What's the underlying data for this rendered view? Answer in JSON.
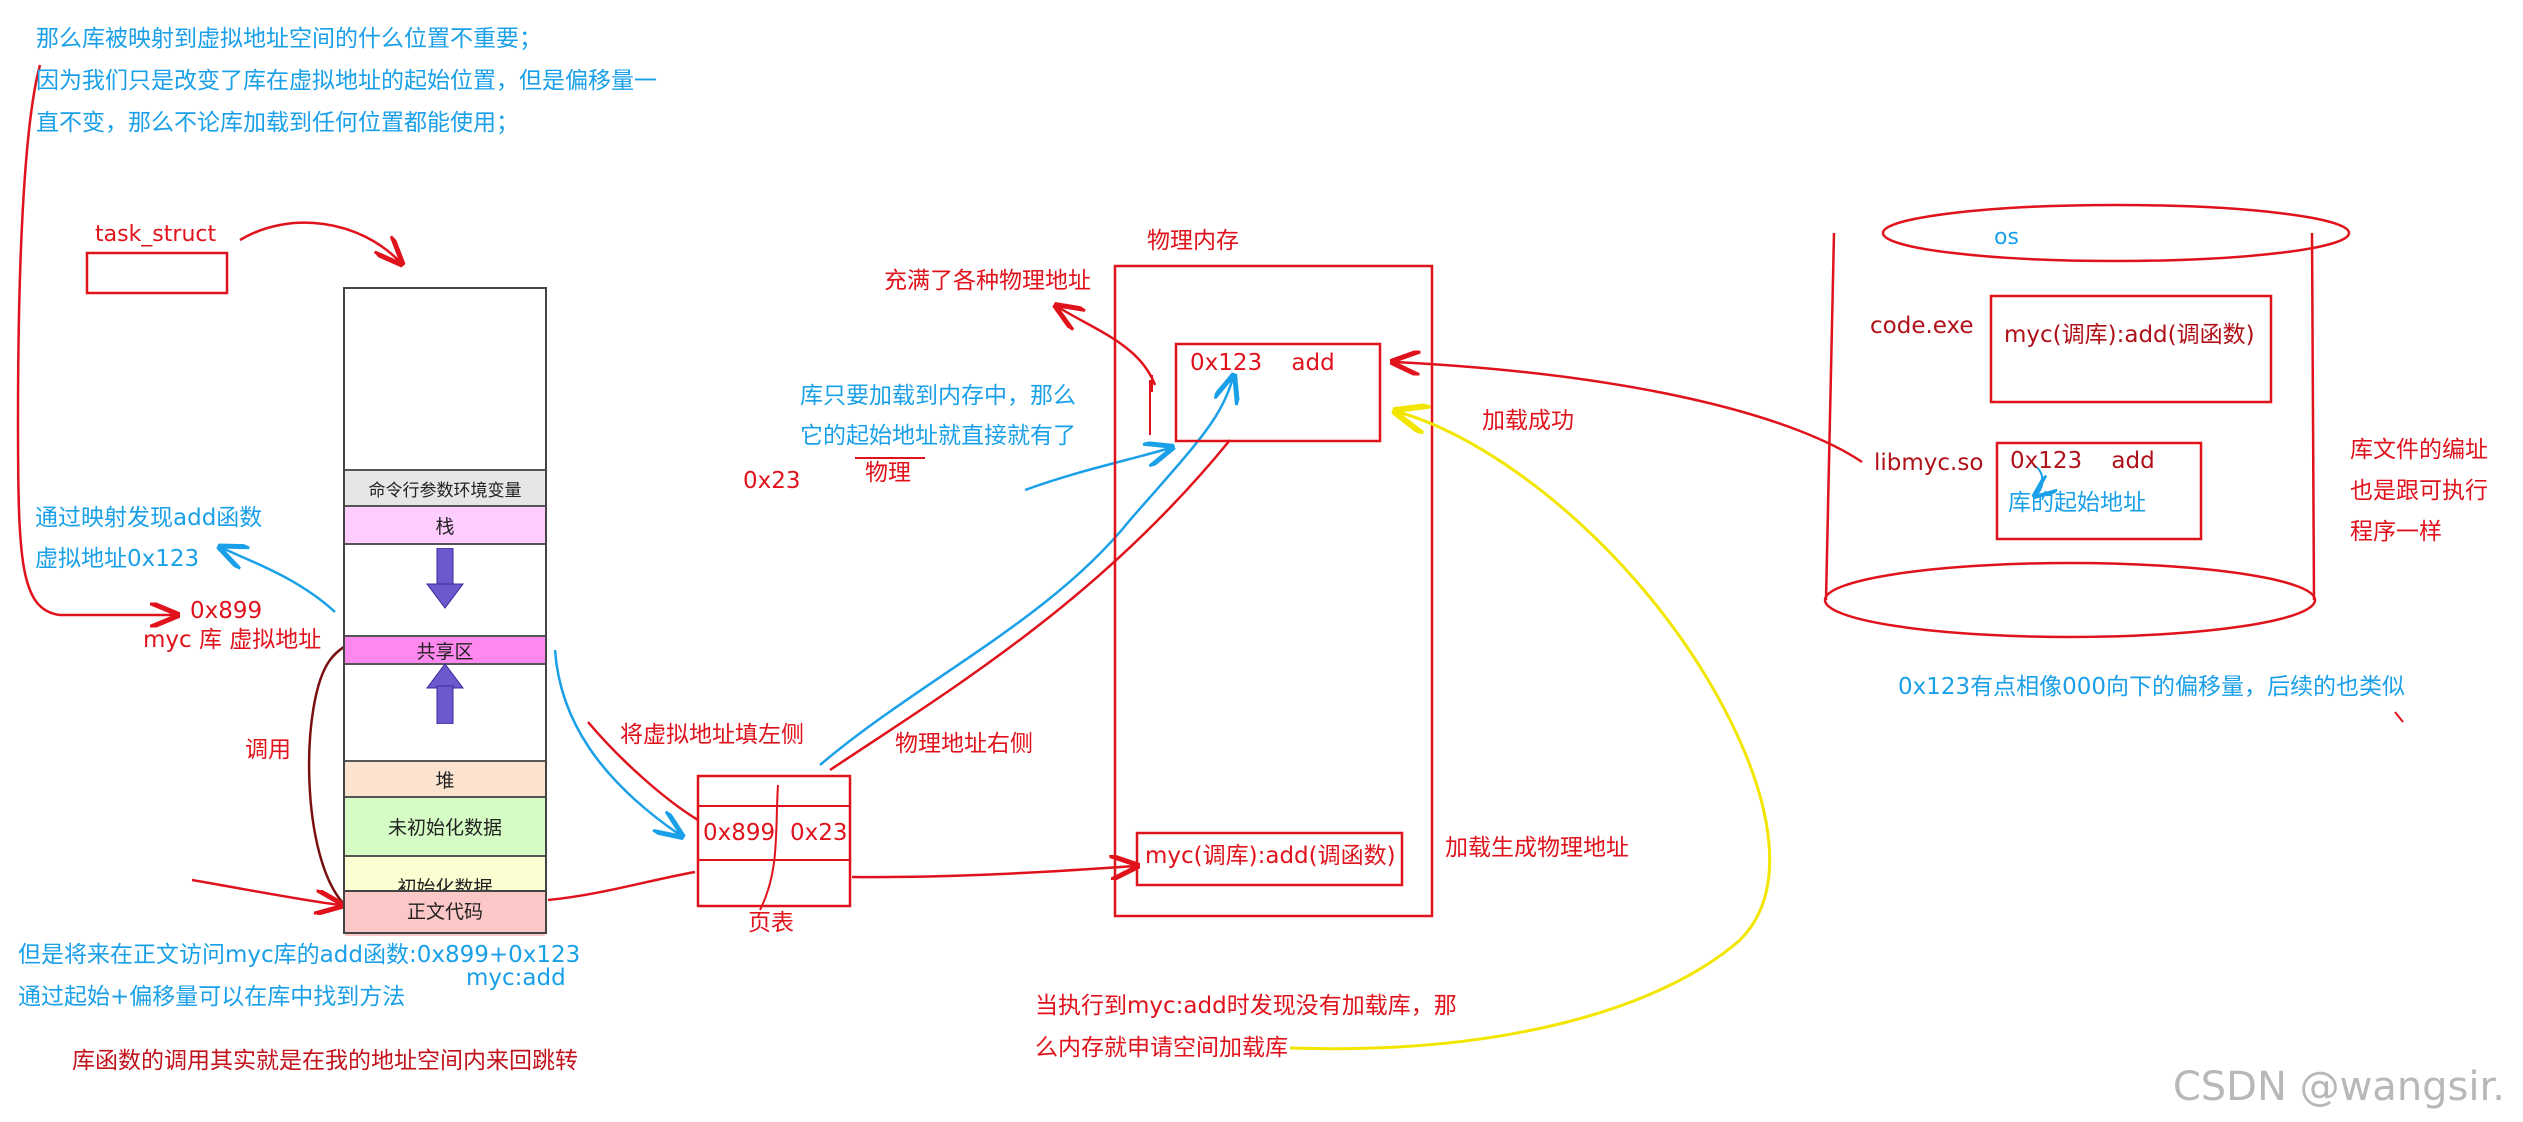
{
  "notes": {
    "top_line1": "那么库被映射到虚拟地址空间的什么位置不重要；",
    "top_line2": "因为我们只是改变了库在虚拟地址的起始位置，但是偏移量一",
    "top_line3": "直不变，那么不论库加载到任何位置都能使用；",
    "found_line1": "通过映射发现add函数",
    "found_line2": "虚拟地址0x123",
    "bottom_line1": "但是将来在正文访问myc库的add函数:0x899+0x123",
    "bottom_line2": "通过起始+偏移量可以在库中找到方法",
    "bottom_line3": "库函数的调用其实就是在我的地址空间内来回跳转",
    "myc_add": "myc:add",
    "lib_loaded_line1": "库只要加载到内存中，那么",
    "lib_loaded_line2": "它的起始地址就直接就有了",
    "offset_note": "0x123有点相像000向下的偏移量，后续的也类似"
  },
  "task_struct": {
    "label": "task_struct"
  },
  "address_space": {
    "segments": [
      {
        "key": "empty",
        "label": ""
      },
      {
        "key": "cmdline_env",
        "label": "命令行参数环境变量"
      },
      {
        "key": "stack",
        "label": "栈"
      },
      {
        "key": "gap1",
        "label": ""
      },
      {
        "key": "shared",
        "label": "共享区"
      },
      {
        "key": "gap2",
        "label": ""
      },
      {
        "key": "heap",
        "label": "堆"
      },
      {
        "key": "bss",
        "label": "未初始化数据"
      },
      {
        "key": "data",
        "label": "初始化数据"
      },
      {
        "key": "text",
        "label": "正文代码"
      }
    ],
    "shared_addr": "0x899",
    "shared_addr_label": "myc 库  虚拟地址",
    "call_label": "调用"
  },
  "page_table": {
    "label": "页表",
    "virtual": "0x899",
    "physical": "0x23",
    "fill_left": "将虚拟地址填左侧",
    "fill_right": "物理地址右侧"
  },
  "physical_memory": {
    "title": "物理内存",
    "full_of": "充满了各种物理地址",
    "block_text": "0x123    add",
    "loaded_ok": "加载成功",
    "func_box": "myc(调库):add(调函数)",
    "gen_phys": "加载生成物理地址",
    "left_addr": "0x23",
    "physical_word": "物理"
  },
  "os": {
    "title": "os",
    "code_exe": "code.exe",
    "code_box": "myc(调库):add(调函数)",
    "libmyc": "libmyc.so",
    "lib_addr": "0x123    add",
    "lib_start": "库的起始地址",
    "side_line1": "库文件的编址",
    "side_line2": "也是跟可执行",
    "side_line3": "程序一样"
  },
  "exec_note": {
    "line1": "当执行到myc:add时发现没有加载库，那",
    "line2": "么内存就申请空间加载库"
  },
  "watermark": "CSDN @wangsir.",
  "colors": {
    "annotation_blue": "#1aa0e8",
    "annotation_red": "#e0121b",
    "loader_yellow": "#f2e600",
    "stack_pink": "#ffccff",
    "shared_magenta": "#ff88ee",
    "heap_peach": "#fbe3cf",
    "bss_green": "#d4fcc4",
    "data_yellow": "#fdfdd2",
    "text_pink": "#fcc7c7",
    "arrow_purple": "#6a5acd"
  }
}
